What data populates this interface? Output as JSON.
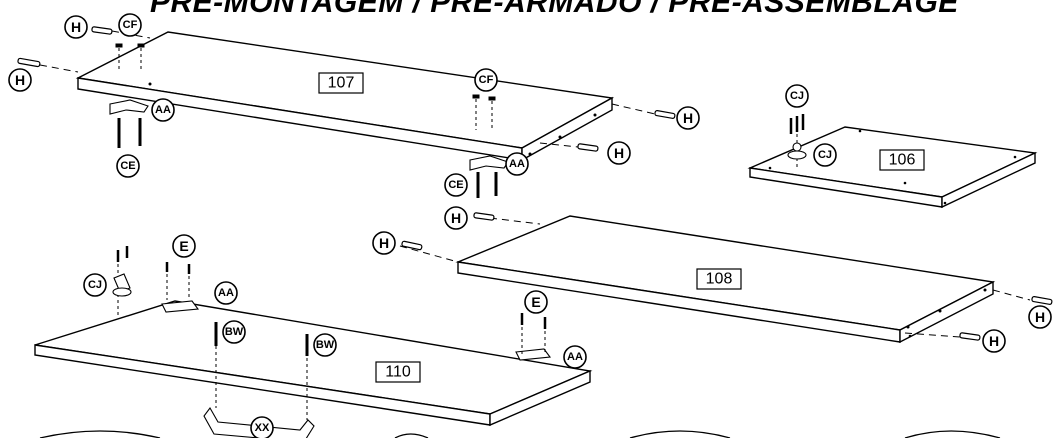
{
  "title": "PRÉ-MONTAGEM / PRE-ARMADO / PRÉ-ASSEMBLAGE",
  "panels": [
    "107",
    "106",
    "108",
    "110"
  ],
  "parts": {
    "H": "H",
    "CF": "CF",
    "AA": "AA",
    "CE": "CE",
    "CJ": "CJ",
    "E": "E",
    "BW": "BW",
    "XX": "XX"
  }
}
